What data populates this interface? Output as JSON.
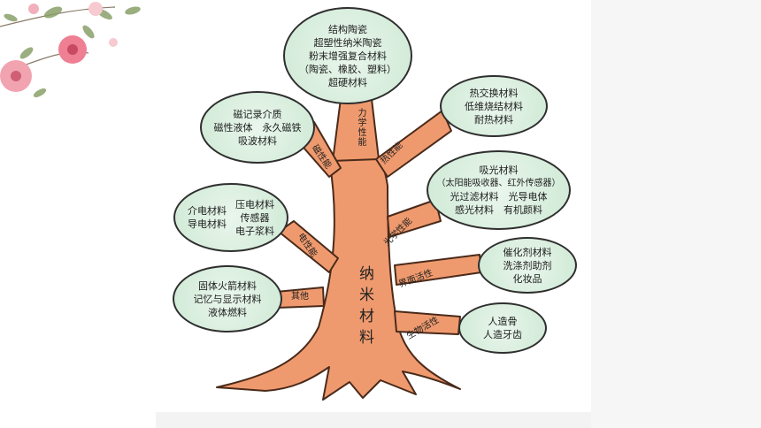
{
  "diagram": {
    "trunk_label": "纳米材料",
    "branches": [
      {
        "label": "力学性能",
        "items": [
          "结构陶瓷",
          "超塑性纳米陶瓷",
          "粉末增强复合材料",
          "（陶瓷、橡胶、塑料）",
          "超硬材料"
        ]
      },
      {
        "label": "磁性能",
        "items": [
          "磁记录介质",
          "磁性液体　永久磁铁",
          "吸波材料"
        ]
      },
      {
        "label": "热性能",
        "items": [
          "热交换材料",
          "低维烧结材料",
          "耐热材料"
        ]
      },
      {
        "label": "光学性能",
        "items": [
          "吸光材料",
          "（太阳能吸收器、红外传感器）",
          "光过滤材料　光导电体",
          "感光材料　有机颜料"
        ]
      },
      {
        "label": "电性能",
        "items": [
          "介电材料",
          "导电材料",
          "压电材料",
          "传感器",
          "电子浆料"
        ]
      },
      {
        "label": "界面活性",
        "items": [
          "催化剂材料",
          "洗涤剂助剂",
          "化妆品"
        ]
      },
      {
        "label": "其他",
        "items": [
          "固体火箭材料",
          "记忆与显示材料",
          "液体燃料"
        ]
      },
      {
        "label": "生物活性",
        "items": [
          "人造骨",
          "人造牙齿"
        ]
      }
    ]
  },
  "colors": {
    "tree": "#ef9a6e",
    "tree_edge": "#4a2a1a",
    "bubble_fill": "#d3ecd8",
    "bubble_center": "#e9f6ec",
    "bubble_border": "#2f2f2f",
    "flower": "#ef7f92",
    "leaf": "#8aa06a"
  },
  "decor": {
    "corner_icon": "flower-branch-icon"
  }
}
